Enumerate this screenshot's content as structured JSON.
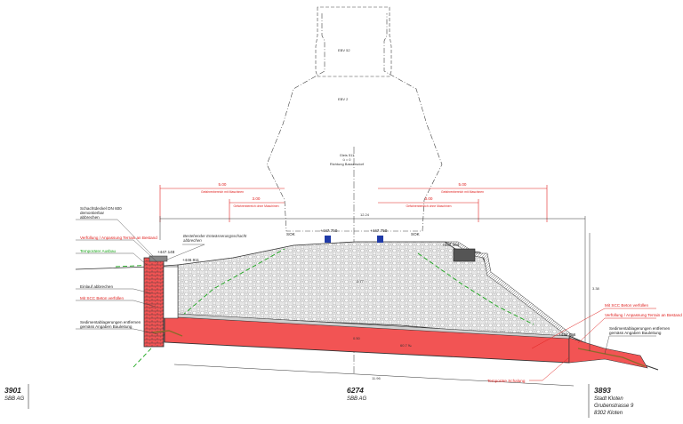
{
  "profile": {
    "ebv_upper": "EBV 52",
    "ebv_lower": "EBV 2",
    "track_line1": "Gleis 511",
    "track_line2": "ü = 0",
    "track_line3": "Richtung Bassersdorf"
  },
  "dimensions": {
    "left_width": "5.00",
    "left_inner": "3.00",
    "right_width": "5.00",
    "right_inner": "3.00",
    "outer_zone": "Gefahrenbereich mit Maschinen",
    "inner_zone": "Gefahrenbereich ohne Maschinen",
    "span": "12.24",
    "bottom": "11.96",
    "height_right": "3.38",
    "slab": "0.50",
    "gradient": "60.7 ‰",
    "height_center": "2.77"
  },
  "levels": {
    "sok_left": "SOK",
    "sok_right": "SOK",
    "rail_left": "+447.750",
    "rail_right": "+447.750",
    "shaft_top": "+447.148",
    "ground_left": "+446.911",
    "ground_right": "+447.384",
    "outlet": "+444.696"
  },
  "annotations": {
    "shaft_cover1": "Schachtdeckel DN 600",
    "shaft_cover2": "demontierbar",
    "shaft_cover3": "abbrechen",
    "fill_adjust_left": "Verfüllung / Anpassung Terrain an Bestand",
    "temp_fill": "Temporärer Ausbau",
    "existing_shaft1": "Bestehender Entwässerungsschacht",
    "existing_shaft2": "abbrechen",
    "inlet_remove": "Einlauf abbrechen",
    "scc_left": "Mit SCC Beton verfüllen",
    "sediment_left1": "Sedimentablagerungen entfernen",
    "sediment_left2": "gemäss Angaben Bauleitung",
    "scc_right": "Mit SCC Beton verfüllen",
    "fill_adjust_right": "Verfüllung / Anpassung Terrain an Bestand",
    "sediment_right1": "Sedimentablagerungen entfernen",
    "sediment_right2": "gemäss Angaben Bauleitung",
    "temp_formwork": "Temporäre Schalung"
  },
  "parcels": {
    "left_num": "3901",
    "left_owner": "SBB AG",
    "center_num": "6274",
    "center_owner": "SBB AG",
    "right_num": "3893",
    "right_owner": "Stadt Kloten",
    "right_street": "Grubenstrasse 9",
    "right_city": "8302 Kloten"
  },
  "colors": {
    "concrete_fill": "#f25454",
    "annotation": "#e0201e",
    "fill_line": "#1aa51a",
    "ballast": "#d9d9d9",
    "ink": "#222222"
  }
}
